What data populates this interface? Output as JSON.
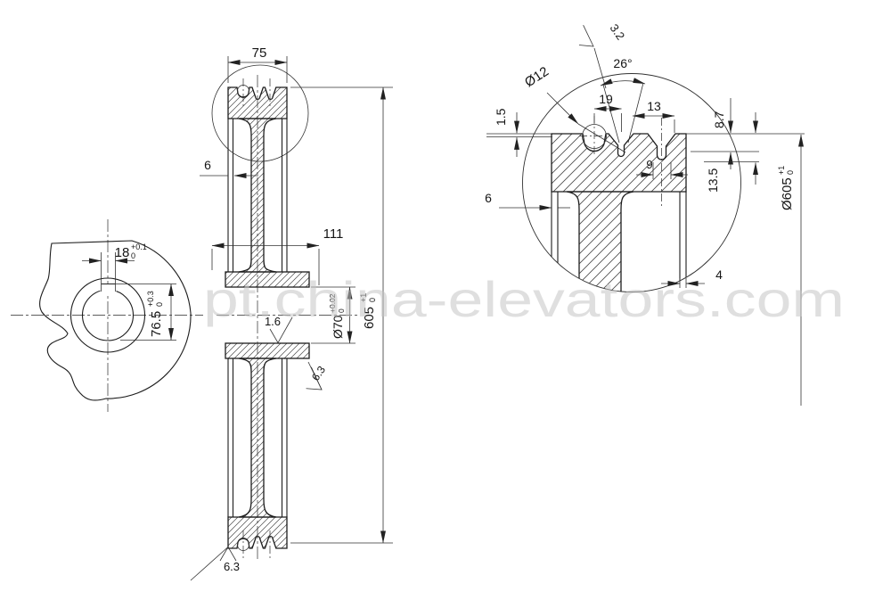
{
  "watermark": "pt.china-elevators.com",
  "left_view": {
    "keyway_width": "18",
    "keyway_width_tol_up": "+0.1",
    "keyway_width_tol_dn": "0",
    "keyway_depth": "76.5",
    "keyway_depth_tol_up": "+0.3",
    "keyway_depth_tol_dn": "0"
  },
  "main_view": {
    "rim_width": "75",
    "rim_wall_thickness": "6",
    "hub_length": "111",
    "bore_roughness": "1.6",
    "bore_dia": "Ø70",
    "bore_tol_up": "+0.02",
    "bore_tol_dn": "0",
    "outer_dia": "605",
    "outer_tol_up": "+1",
    "outer_tol_dn": "0",
    "hub_face_roughness": "6.3",
    "rim_face_roughness": "6.3"
  },
  "detail_view": {
    "groove_surface_roughness": "3.2",
    "groove_angle": "26°",
    "rope_dia": "Ø12",
    "groove_pitch": "19",
    "groove_spacing": "13",
    "rim_land_height": "1.5",
    "undercut_width": "9",
    "groove_depth_upper": "8.7",
    "groove_depth_total": "13.5",
    "rim_wall_thickness": "6",
    "rim_wall_end_thickness": "4",
    "pitch_dia": "Ø605",
    "pitch_dia_tol_up": "+1",
    "pitch_dia_tol_dn": "0"
  }
}
